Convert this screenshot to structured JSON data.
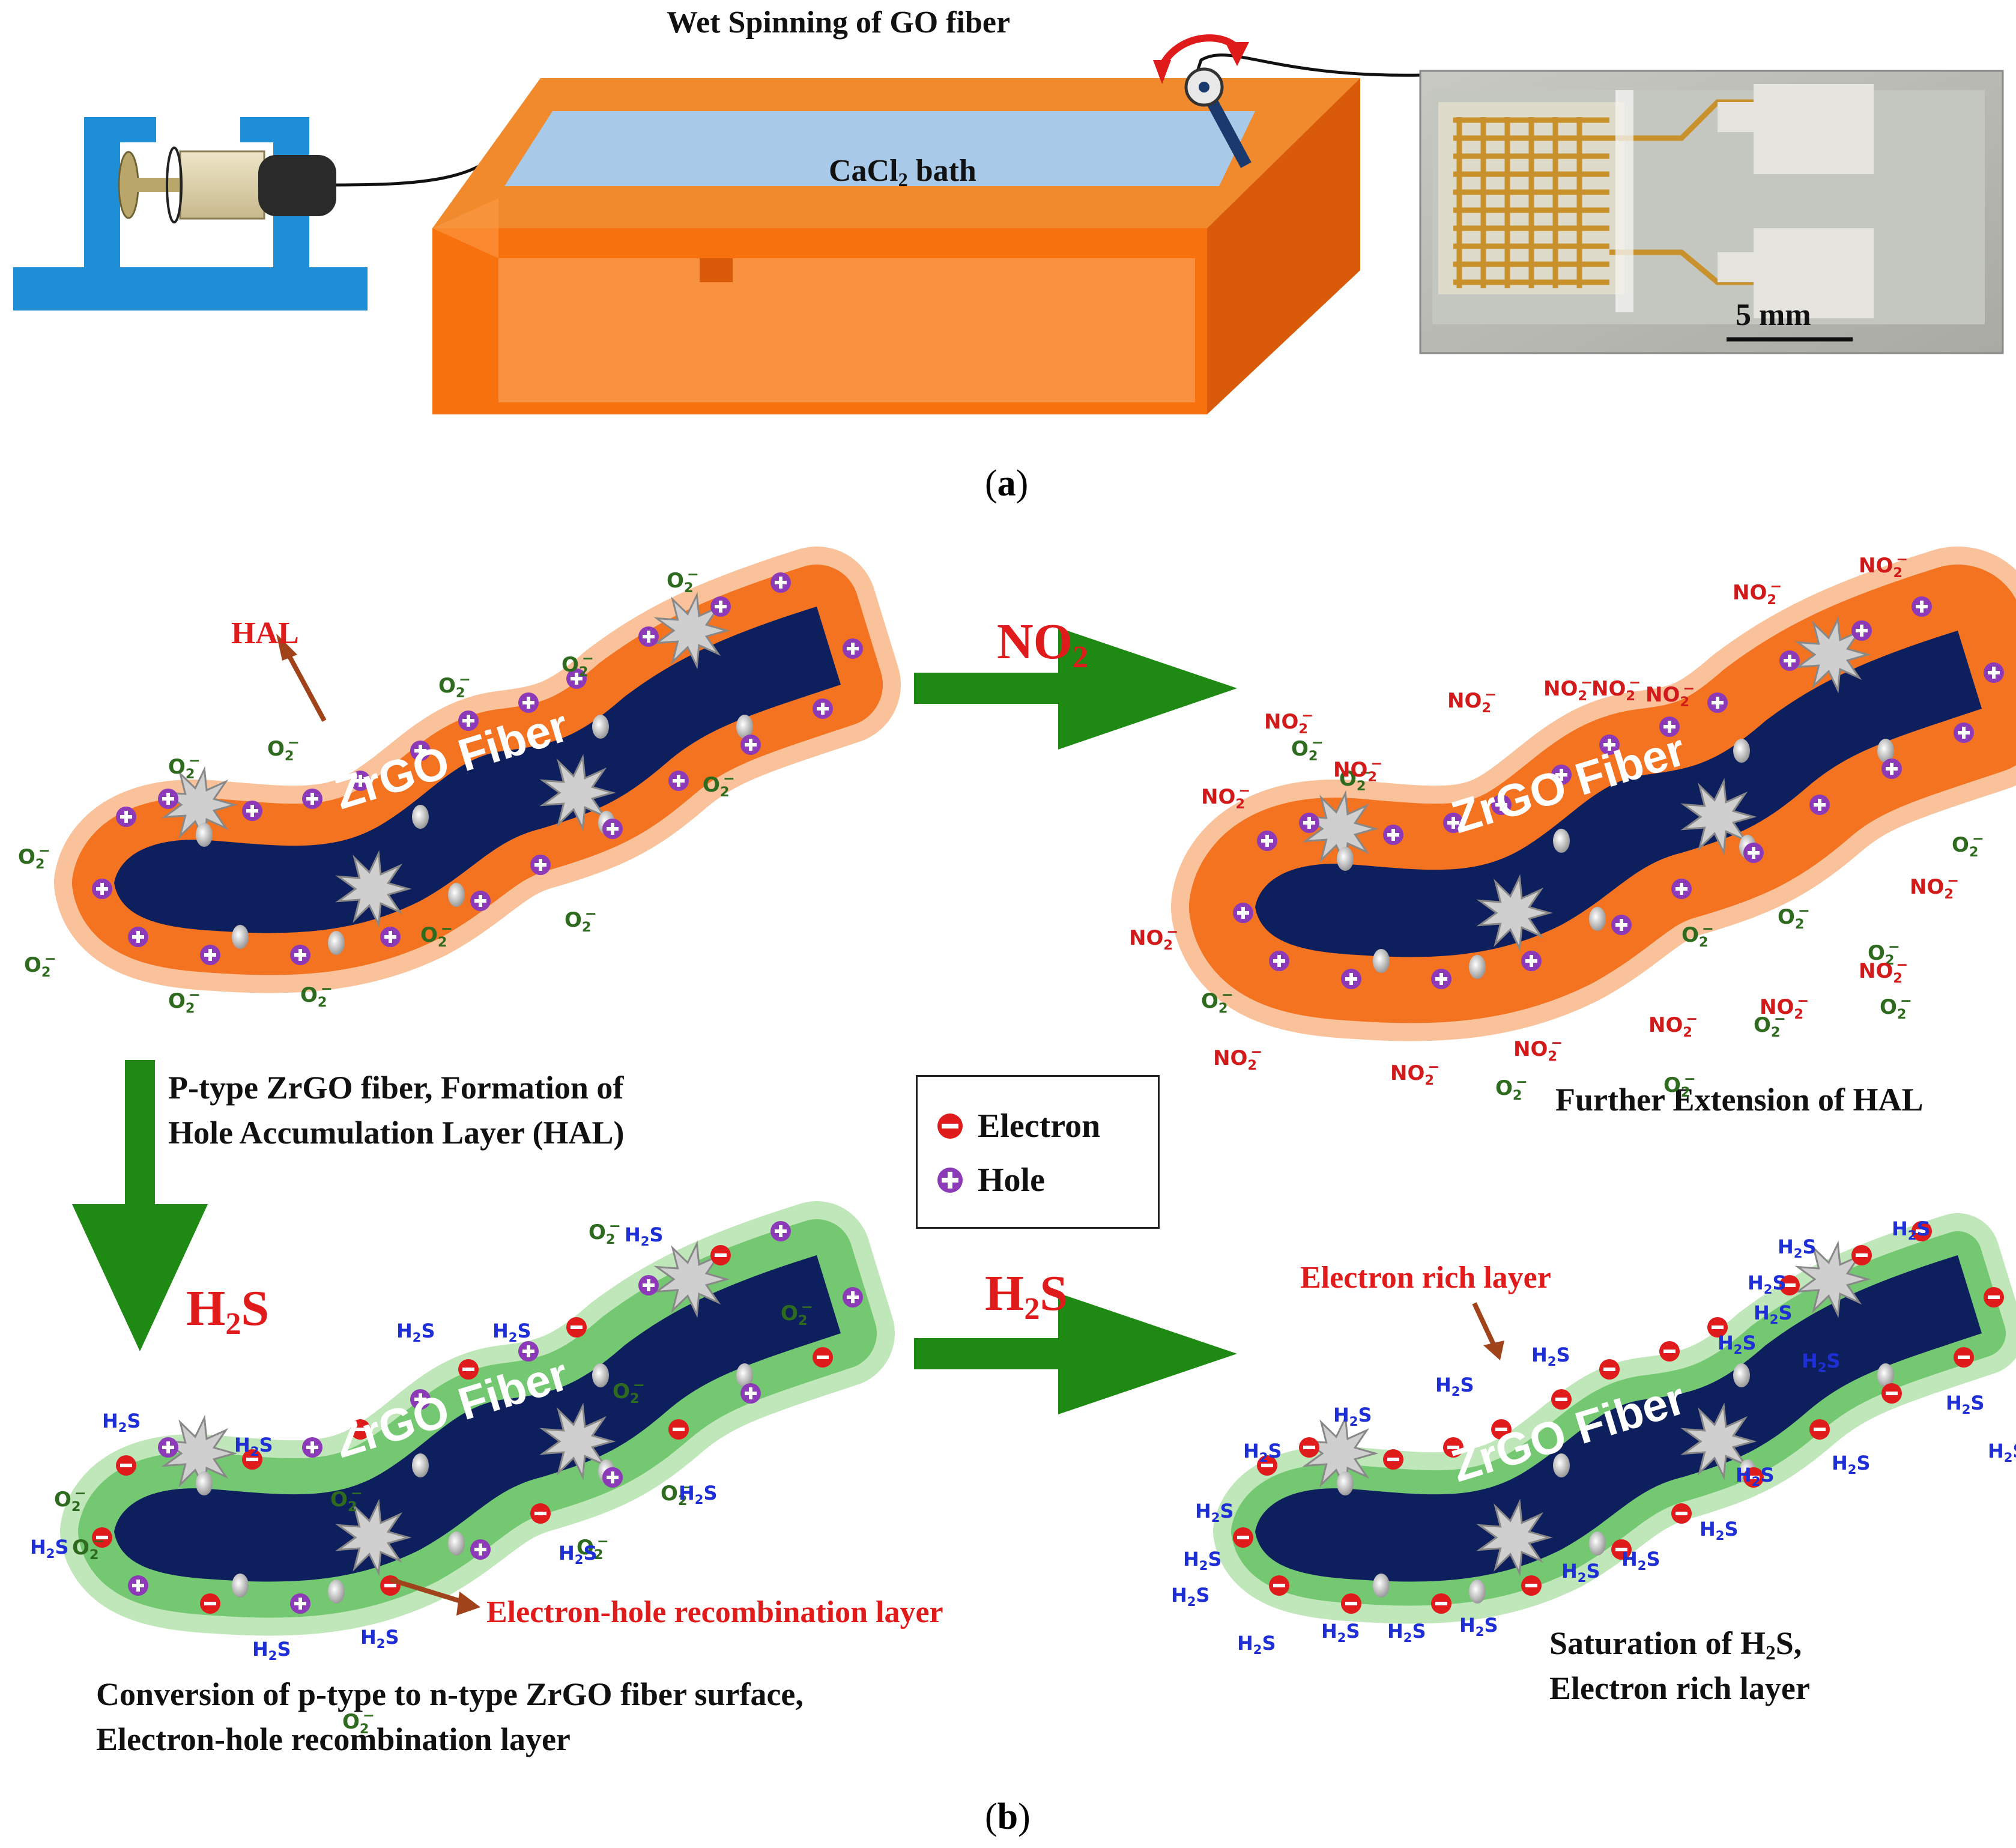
{
  "panel_a": {
    "title": "Wet Spinning of GO fiber",
    "bath_label_main": "CaCl",
    "bath_label_sub": "2",
    "bath_label_tail": " bath",
    "scale_bar": "5 mm",
    "caption": "a"
  },
  "panel_b": {
    "caption": "b",
    "fiber_label": "ZrGO  Fiber",
    "arrow_no2": {
      "main": "NO",
      "sub": "2"
    },
    "arrow_h2s_down": {
      "main": "H",
      "sub": "2",
      "tail": "S"
    },
    "arrow_h2s_right": {
      "main": "H",
      "sub": "2",
      "tail": "S"
    },
    "hal_label": "HAL",
    "desc_ptype_line1": "P-type  ZrGO  fiber,  Formation  of",
    "desc_ptype_line2": "Hole Accumulation Layer (HAL)",
    "desc_further": "Further Extension of HAL",
    "legend": {
      "electron": "Electron",
      "hole": "Hole"
    },
    "electron_rich_label": "Electron rich layer",
    "recombination_label": "Electron-hole recombination layer",
    "desc_conversion_line1": "Conversion of p-type to n-type ZrGO fiber surface,",
    "desc_conversion_line2": "Electron-hole recombination layer",
    "desc_saturation_line1_main": "Saturation of H",
    "desc_saturation_line1_sub": "2",
    "desc_saturation_line1_tail": "S,",
    "desc_saturation_line2": "Electron rich layer"
  },
  "species": {
    "o2": "O",
    "o2_sub": "2",
    "o2_sup": "−",
    "no2": "NO",
    "no2_sub": "2",
    "no2_sup": "−",
    "h2s_h": "H",
    "h2s_sub": "2",
    "h2s_s": "S"
  },
  "colors": {
    "fiber": "#0e1f5e",
    "hal_orange": "#f26a14",
    "hal_light": "#f9b78a",
    "green_layer": "#6cc46a",
    "green_light": "#b5e3ad",
    "arrow_green": "#1e8a14",
    "hole": "#8c3ab8",
    "electron": "#e01b1b",
    "bath_box": "#f7720f",
    "stand_blue": "#1e8fd6"
  }
}
